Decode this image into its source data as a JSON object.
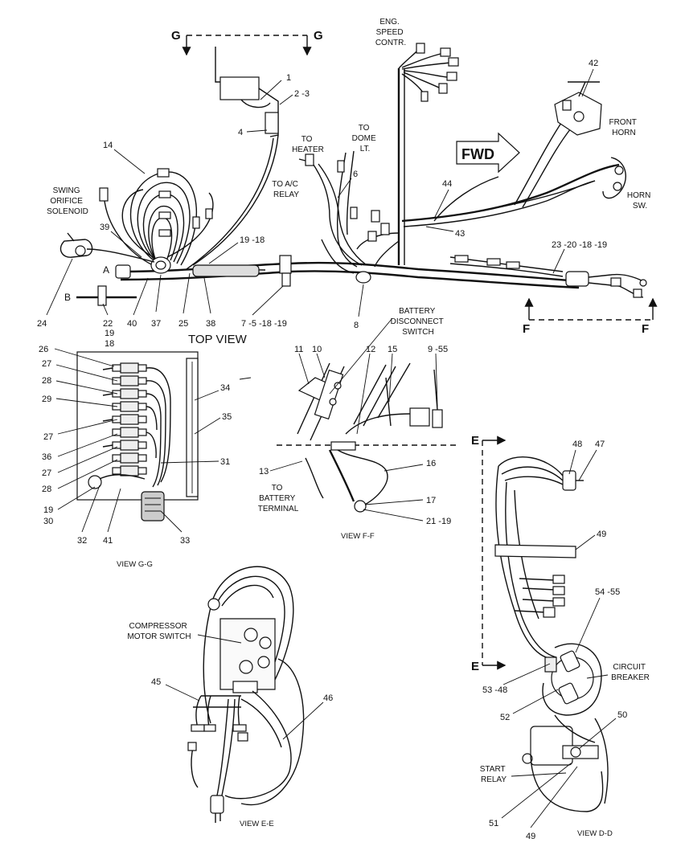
{
  "labels": {
    "eng_speed": [
      "ENG.",
      "SPEED",
      "CONTR."
    ],
    "front_horn": [
      "FRONT",
      "HORN"
    ],
    "horn_sw": [
      "HORN",
      "SW."
    ],
    "fwd": "FWD",
    "to_heater": [
      "TO",
      "HEATER"
    ],
    "to_dome": [
      "TO",
      "DOME",
      "LT."
    ],
    "to_ac": [
      "TO A/C",
      "RELAY"
    ],
    "swing": [
      "SWING",
      "ORIFICE",
      "SOLENOID"
    ],
    "top_view": "TOP VIEW",
    "battery_disc": [
      "BATTERY",
      "DISCONNECT",
      "SWITCH"
    ],
    "to_battery": [
      "TO",
      "BATTERY",
      "TERMINAL"
    ],
    "compressor": [
      "COMPRESSOR",
      "MOTOR SWITCH"
    ],
    "circuit_breaker": [
      "CIRCUIT",
      "BREAKER"
    ],
    "start_relay": [
      "START",
      "RELAY"
    ]
  },
  "views": {
    "gg": "VIEW G-G",
    "ff": "VIEW F-F",
    "ee": "VIEW E-E",
    "dd": "VIEW D-D"
  },
  "section_letters": {
    "g": "G",
    "f": "F",
    "e": "E",
    "a": "A",
    "b": "B"
  },
  "callouts": {
    "c1": "1",
    "c2_3": "2 -3",
    "c4": "4",
    "c6": "6",
    "c14": "14",
    "c39": "39",
    "c19_18": "19 -18",
    "c44": "44",
    "c43": "43",
    "c42": "42",
    "c23_20_18_19": "23 -20 -18 -19",
    "c24": "24",
    "c22": "22",
    "c40": "40",
    "c37": "37",
    "c25": "25",
    "c38": "38",
    "c7_5_18_19": "7 -5 -18 -19",
    "c8": "8",
    "c19t": "19",
    "c18t": "18",
    "c26": "26",
    "c27a": "27",
    "c28a": "28",
    "c29": "29",
    "c27b": "27",
    "c36": "36",
    "c27c": "27",
    "c28b": "28",
    "c19b": "19",
    "c30": "30",
    "c32": "32",
    "c41": "41",
    "c33": "33",
    "c34": "34",
    "c35": "35",
    "c31": "31",
    "c11": "11",
    "c10": "10",
    "c12": "12",
    "c15": "15",
    "c9_55": "9 -55",
    "c13": "13",
    "c16": "16",
    "c17": "17",
    "c21_19": "21 -19",
    "c48": "48",
    "c47": "47",
    "c49a": "49",
    "c54_55": "54 -55",
    "c53_48": "53 -48",
    "c52": "52",
    "c50": "50",
    "c51": "51",
    "c49b": "49",
    "c45": "45",
    "c46": "46"
  }
}
